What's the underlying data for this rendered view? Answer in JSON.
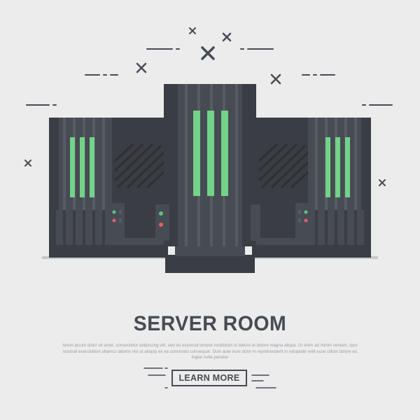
{
  "title": "SERVER ROOM",
  "body_text": "lorem ipsum dolor sit amet, consectetur adipiscing elit, sed do eiusmod tempor incididunt ut labore et dolore magna aliqua. Ut enim ad minim veniam, quis nostrud exercitation ullamco laboris nisi ut aliquip ex ea commodo consequat. Duis aute irure dolor in reprehenderit in voluptate velit esse cillum dolore eu fugiat nulla pariatur",
  "cta": {
    "label": "LEARN MORE"
  },
  "icons": {
    "server": "server-rack-icon",
    "sparkle": "cross-sparkle-icon"
  },
  "colors": {
    "background": "#ececec",
    "server_dark": "#3a3d43",
    "server_mid": "#474b53",
    "server_light": "#575b63",
    "accent_green": "#72d389",
    "led_green": "#5fc47a",
    "led_red": "#e06060",
    "text_dark": "#474b53",
    "text_light": "#9b9ea3"
  }
}
